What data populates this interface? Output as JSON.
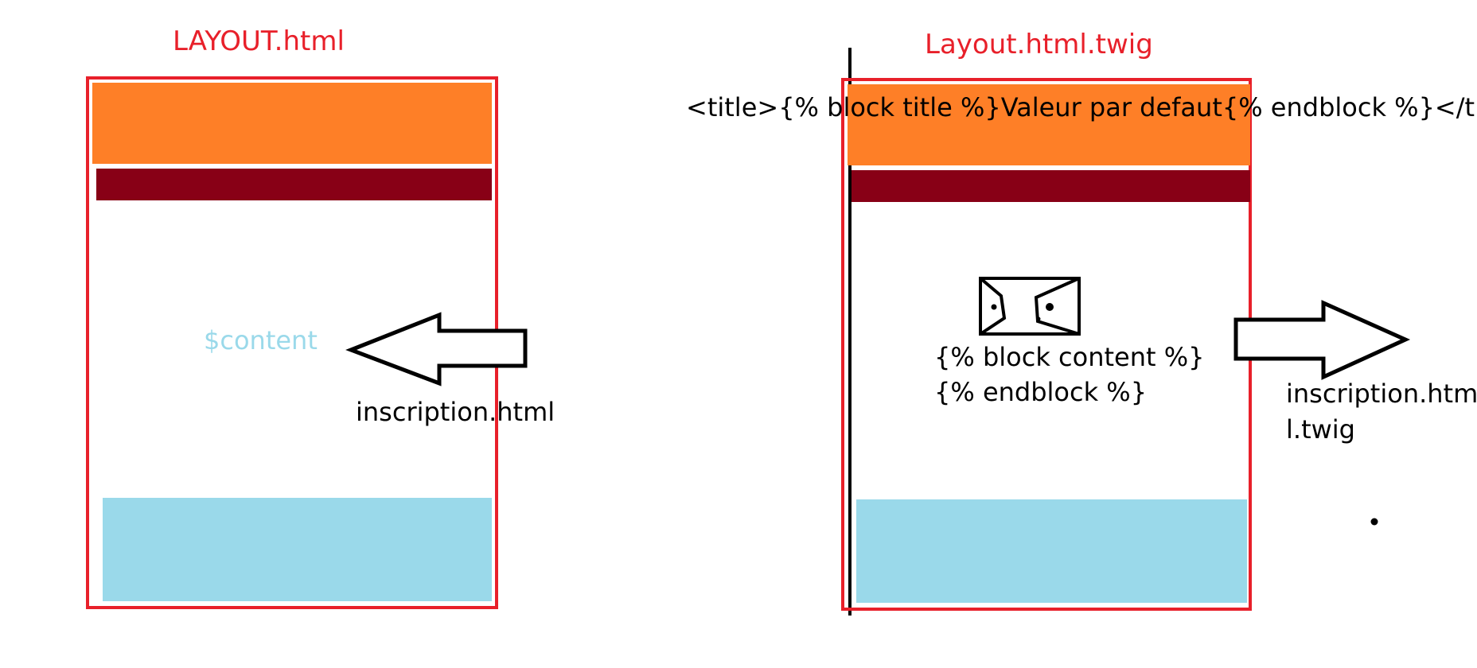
{
  "left_panel": {
    "title": "LAYOUT.html",
    "placeholder_var": "$content",
    "arrow_label": "inscription.html"
  },
  "right_panel": {
    "title": "Layout.html.twig",
    "title_block": "<title>{% block title %}Valeur par defaut{% endblock %}</title>",
    "content_block_line1": "{% block content %}",
    "content_block_line2": "{% endblock %}",
    "arrow_label_line1": "inscription.htm",
    "arrow_label_line2": "l.twig"
  },
  "colors": {
    "frame": "#e8202a",
    "header": "#fe7f27",
    "nav": "#880016",
    "footer": "#9ad9ea",
    "content_var": "#9ad9ea"
  },
  "icons": {
    "block_icon": "envelope-icon"
  }
}
